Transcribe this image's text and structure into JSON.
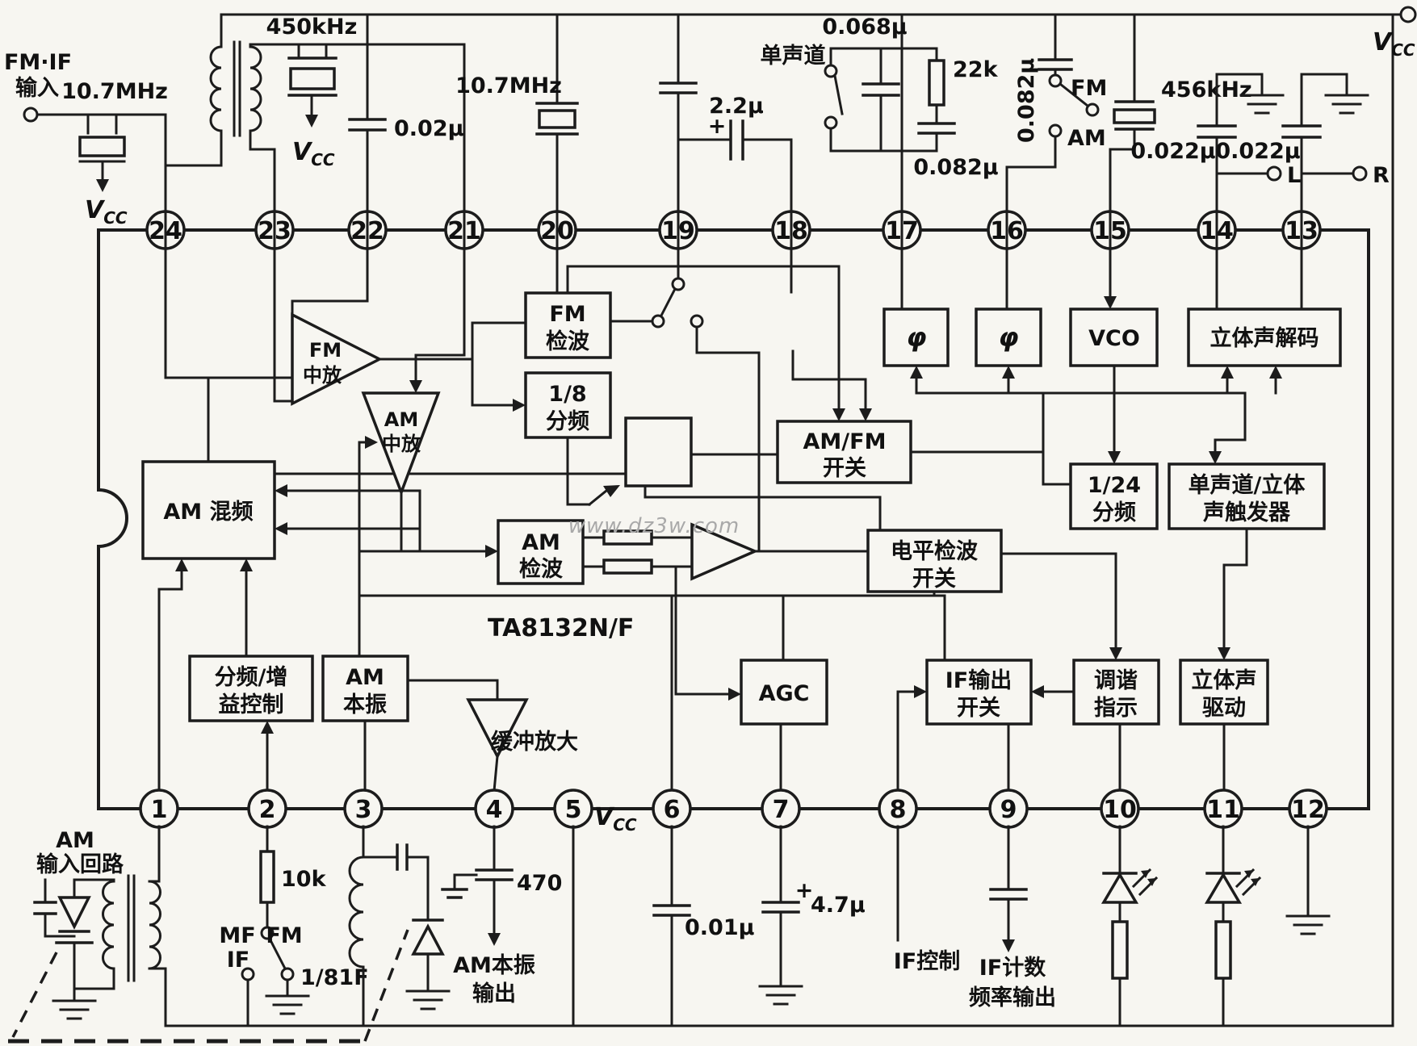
{
  "watermark": "www.dz3w.com",
  "chip": {
    "part": "TA8132N/F"
  },
  "power": {
    "v": "V",
    "sub": "CC"
  },
  "pins": {
    "top": [
      "24",
      "23",
      "22",
      "21",
      "20",
      "19",
      "18",
      "17",
      "16",
      "15",
      "14",
      "13"
    ],
    "bottom": [
      "1",
      "2",
      "3",
      "4",
      "5",
      "6",
      "7",
      "8",
      "9",
      "10",
      "11",
      "12"
    ]
  },
  "blocks": {
    "fm_if_amp": {
      "l1": "FM",
      "l2": "中放"
    },
    "am_if_amp": {
      "l1": "AM",
      "l2": "中放"
    },
    "fm_det": {
      "l1": "FM",
      "l2": "检波"
    },
    "div8": {
      "l1": "1/8",
      "l2": "分频"
    },
    "am_mixer": {
      "l1": "AM 混频"
    },
    "am_det": {
      "l1": "AM",
      "l2": "检波"
    },
    "amfm_sw": {
      "l1": "AM/FM",
      "l2": "开关"
    },
    "phi": "φ",
    "vco": "VCO",
    "decoder": {
      "l1": "立体声解码"
    },
    "div24": {
      "l1": "1/24",
      "l2": "分频"
    },
    "trigger": {
      "l1": "单声道/立体",
      "l2": "声触发器"
    },
    "level": {
      "l1": "电平检波",
      "l2": "开关"
    },
    "agc": "AGC",
    "ifout": {
      "l1": "IF输出",
      "l2": "开关"
    },
    "tuning": {
      "l1": "调谐",
      "l2": "指示"
    },
    "drive": {
      "l1": "立体声",
      "l2": "驱动"
    },
    "divgain": {
      "l1": "分频/增",
      "l2": "益控制"
    },
    "am_osc": {
      "l1": "AM",
      "l2": "本振"
    },
    "buffer": "缓冲放大"
  },
  "io": {
    "fm_if_l1": "FM·IF",
    "fm_if_l2": "输入",
    "mono": "单声道",
    "left": "L",
    "right": "R",
    "if_ctrl": "IF控制",
    "if_cnt_l1": "IF计数",
    "if_cnt_l2": "频率输出",
    "am_out_l1": "AM本振",
    "am_out_l2": "输出",
    "am_loop_l1": "AM",
    "am_loop_l2": "输入回路",
    "sw_fm": "FM",
    "sw_am": "AM",
    "sw2_mf": "MF",
    "sw2_fm": "FM",
    "sw2_if": "IF",
    "sw2_8": "1/81F"
  },
  "values": {
    "f107": "10.7MHz",
    "f450": "450kHz",
    "f456": "456kHz",
    "c002": "0.02μ",
    "c22": "2.2μ",
    "c0068": "0.068μ",
    "c0082": "0.082μ",
    "c0022": "0.022μ",
    "r22k": "22k",
    "r10k": "10k",
    "c470": "470",
    "c001": "0.01μ",
    "c47": "4.7μ",
    "plus": "+"
  }
}
